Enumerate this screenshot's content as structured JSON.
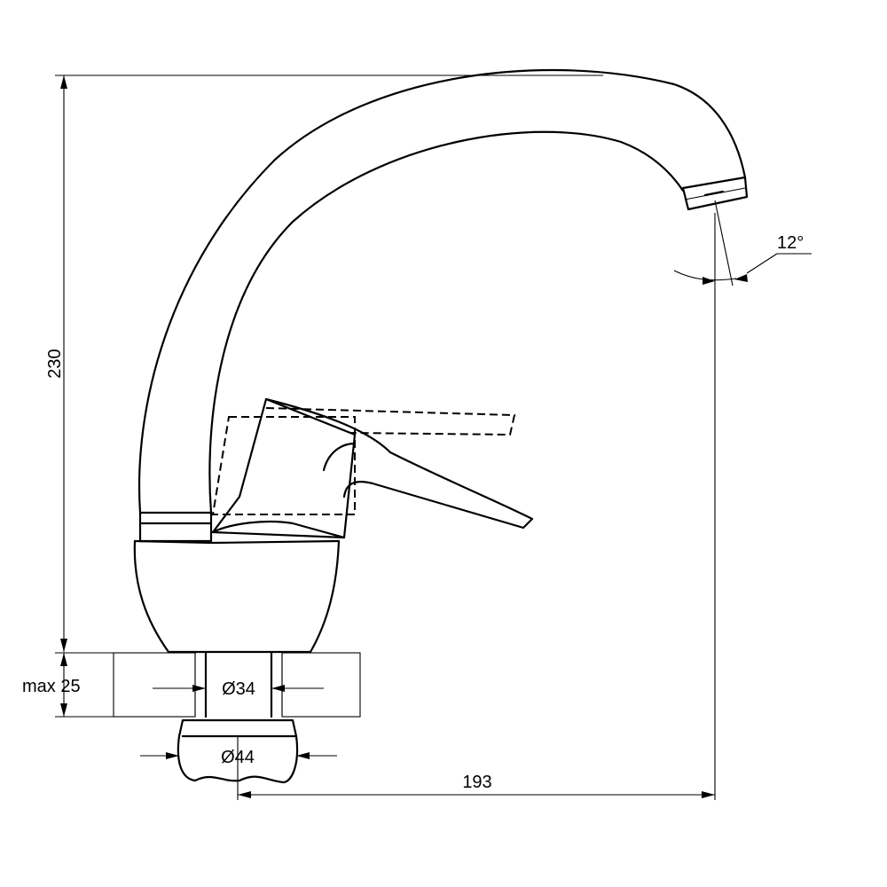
{
  "dimensions": {
    "height_total": "230",
    "countertop_thickness": "max 25",
    "hole_diameter": "Ø34",
    "nut_diameter": "Ø44",
    "spout_reach": "193",
    "spout_angle": "12°"
  },
  "colors": {
    "line": "#000000",
    "background": "#ffffff"
  }
}
